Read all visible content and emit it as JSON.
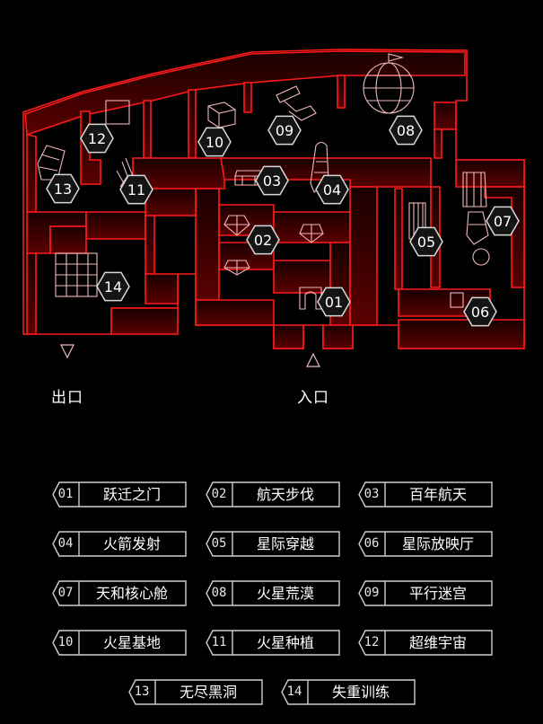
{
  "map": {
    "exit_label": "出口",
    "entrance_label": "入口",
    "markers": [
      {
        "num": "01",
        "name": "跃迁之门"
      },
      {
        "num": "02",
        "name": "航天步伐"
      },
      {
        "num": "03",
        "name": "百年航天"
      },
      {
        "num": "04",
        "name": "火箭发射"
      },
      {
        "num": "05",
        "name": "星际穿越"
      },
      {
        "num": "06",
        "name": "星际放映厅"
      },
      {
        "num": "07",
        "name": "天和核心舱"
      },
      {
        "num": "08",
        "name": "火星荒漠"
      },
      {
        "num": "09",
        "name": "平行迷宫"
      },
      {
        "num": "10",
        "name": "火星基地"
      },
      {
        "num": "11",
        "name": "火星种植"
      },
      {
        "num": "12",
        "name": "超维宇宙"
      },
      {
        "num": "13",
        "name": "无尽黑洞"
      },
      {
        "num": "14",
        "name": "失重训练"
      }
    ]
  },
  "colors": {
    "wall": "#ff1a1a",
    "fill": "#3a0000",
    "icon": "#f2b8b8",
    "marker_bg": "#141414"
  }
}
